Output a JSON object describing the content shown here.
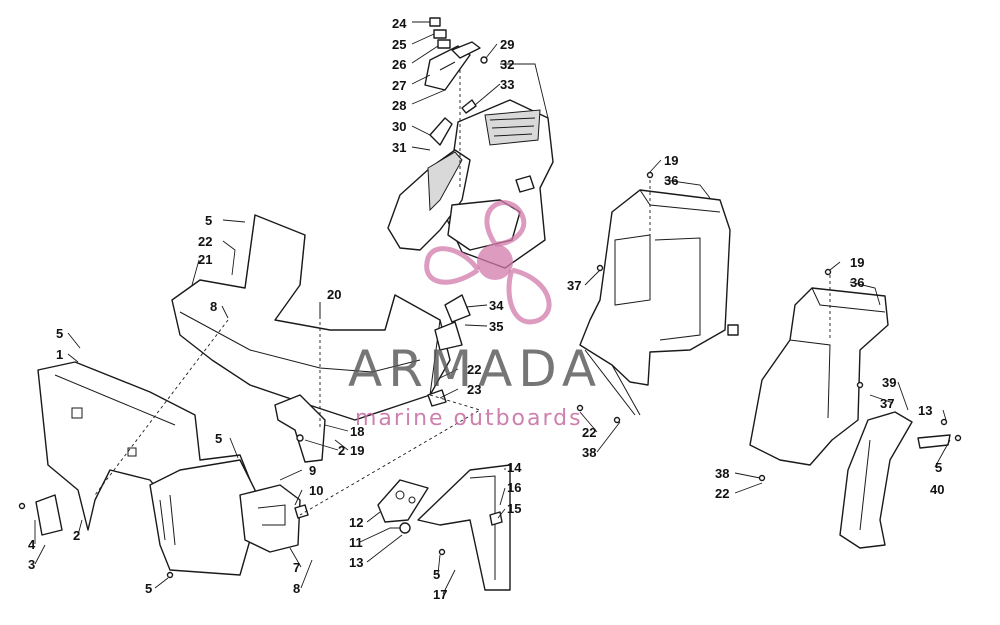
{
  "callouts": [
    {
      "id": "c24",
      "text": "24"
    },
    {
      "id": "c25",
      "text": "25"
    },
    {
      "id": "c26",
      "text": "26"
    },
    {
      "id": "c27",
      "text": "27"
    },
    {
      "id": "c28",
      "text": "28"
    },
    {
      "id": "c29",
      "text": "29"
    },
    {
      "id": "c32",
      "text": "32"
    },
    {
      "id": "c33",
      "text": "33"
    },
    {
      "id": "c30",
      "text": "30"
    },
    {
      "id": "c31",
      "text": "31"
    },
    {
      "id": "c5a",
      "text": "5"
    },
    {
      "id": "c22a",
      "text": "22"
    },
    {
      "id": "c21",
      "text": "21"
    },
    {
      "id": "c8a",
      "text": "8"
    },
    {
      "id": "c20",
      "text": "20"
    },
    {
      "id": "c34",
      "text": "34"
    },
    {
      "id": "c35",
      "text": "35"
    },
    {
      "id": "c5b",
      "text": "5"
    },
    {
      "id": "c1",
      "text": "1"
    },
    {
      "id": "c19a",
      "text": "19"
    },
    {
      "id": "c36a",
      "text": "36"
    },
    {
      "id": "c37a",
      "text": "37"
    },
    {
      "id": "c19b",
      "text": "19"
    },
    {
      "id": "c36b",
      "text": "36"
    },
    {
      "id": "c22b",
      "text": "22"
    },
    {
      "id": "c23",
      "text": "23"
    },
    {
      "id": "c18",
      "text": "18"
    },
    {
      "id": "c2a",
      "text": "2"
    },
    {
      "id": "c19c",
      "text": "19"
    },
    {
      "id": "c5c",
      "text": "5"
    },
    {
      "id": "c9",
      "text": "9"
    },
    {
      "id": "c10",
      "text": "10"
    },
    {
      "id": "c22c",
      "text": "22"
    },
    {
      "id": "c38a",
      "text": "38"
    },
    {
      "id": "c39",
      "text": "39"
    },
    {
      "id": "c37b",
      "text": "37"
    },
    {
      "id": "c13a",
      "text": "13"
    },
    {
      "id": "c5d",
      "text": "5"
    },
    {
      "id": "c40",
      "text": "40"
    },
    {
      "id": "c38b",
      "text": "38"
    },
    {
      "id": "c22d",
      "text": "22"
    },
    {
      "id": "c14",
      "text": "14"
    },
    {
      "id": "c16",
      "text": "16"
    },
    {
      "id": "c15",
      "text": "15"
    },
    {
      "id": "c12",
      "text": "12"
    },
    {
      "id": "c11",
      "text": "11"
    },
    {
      "id": "c13b",
      "text": "13"
    },
    {
      "id": "c4",
      "text": "4"
    },
    {
      "id": "c3",
      "text": "3"
    },
    {
      "id": "c2b",
      "text": "2"
    },
    {
      "id": "c7",
      "text": "7"
    },
    {
      "id": "c8b",
      "text": "8"
    },
    {
      "id": "c5e",
      "text": "5"
    },
    {
      "id": "c5f",
      "text": "5"
    },
    {
      "id": "c17",
      "text": "17"
    }
  ],
  "watermark": {
    "brand": "ARMADA",
    "tagline": "marine outboards",
    "brand_color": "#555555",
    "accent_color": "#d07aaa"
  }
}
